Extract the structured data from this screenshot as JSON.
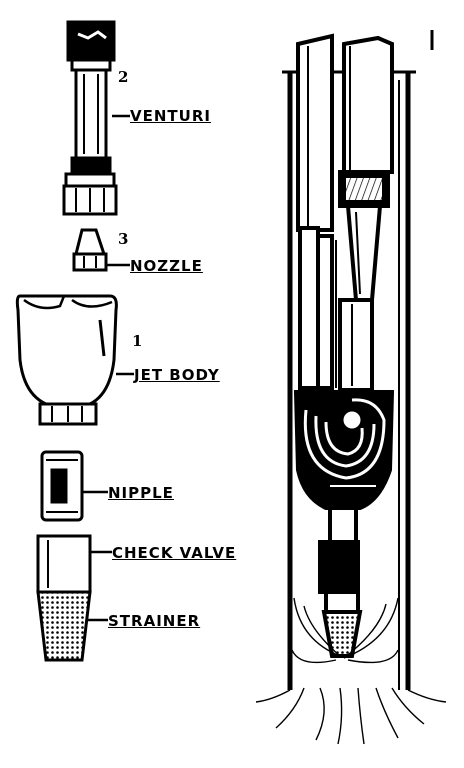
{
  "parts": [
    {
      "number": "2",
      "label": "VENTURI"
    },
    {
      "number": "3",
      "label": "NOZZLE"
    },
    {
      "number": "1",
      "label": "JET BODY"
    },
    {
      "number": "",
      "label": "NIPPLE"
    },
    {
      "number": "",
      "label": "CHECK VALVE"
    },
    {
      "number": "",
      "label": "STRAINER"
    }
  ],
  "colors": {
    "ink": "#000000",
    "paper": "#ffffff"
  }
}
